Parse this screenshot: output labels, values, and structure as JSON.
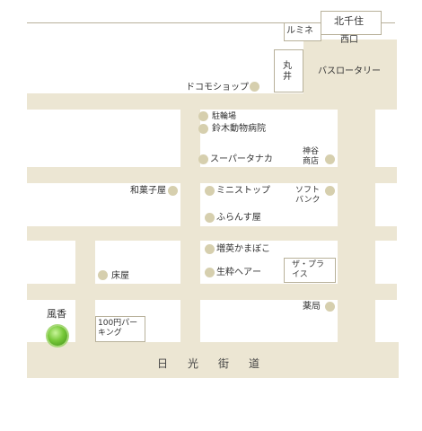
{
  "stations": {
    "kita_senju": "北千住",
    "nishiguchi": "西口",
    "lumine": "ルミネ",
    "marui": "丸井",
    "bus_rotary": "バスロータリー"
  },
  "landmarks": {
    "docomo": "ドコモショップ",
    "bicycle_parking": "駐輪場",
    "animal_hospital": "鈴木動物病院",
    "supermarket": "スーパータナカ",
    "kamiya": "神谷商店",
    "wagashi": "和菓子屋",
    "ministop": "ミニストップ",
    "softbank": "ソフトバンク",
    "furansu": "ふらんす屋",
    "kamaboko": "増英かまぼこ",
    "hair": "生粋ヘアー",
    "price": "ザ・プライス",
    "tokoya": "床屋",
    "pharmacy": "薬局",
    "parking": "100円パーキング",
    "fuka": "風香"
  },
  "street_name": "日光街道",
  "colors": {
    "road": "#ece6d3",
    "dot": "#d6cfae",
    "marker": "#78c93a"
  }
}
